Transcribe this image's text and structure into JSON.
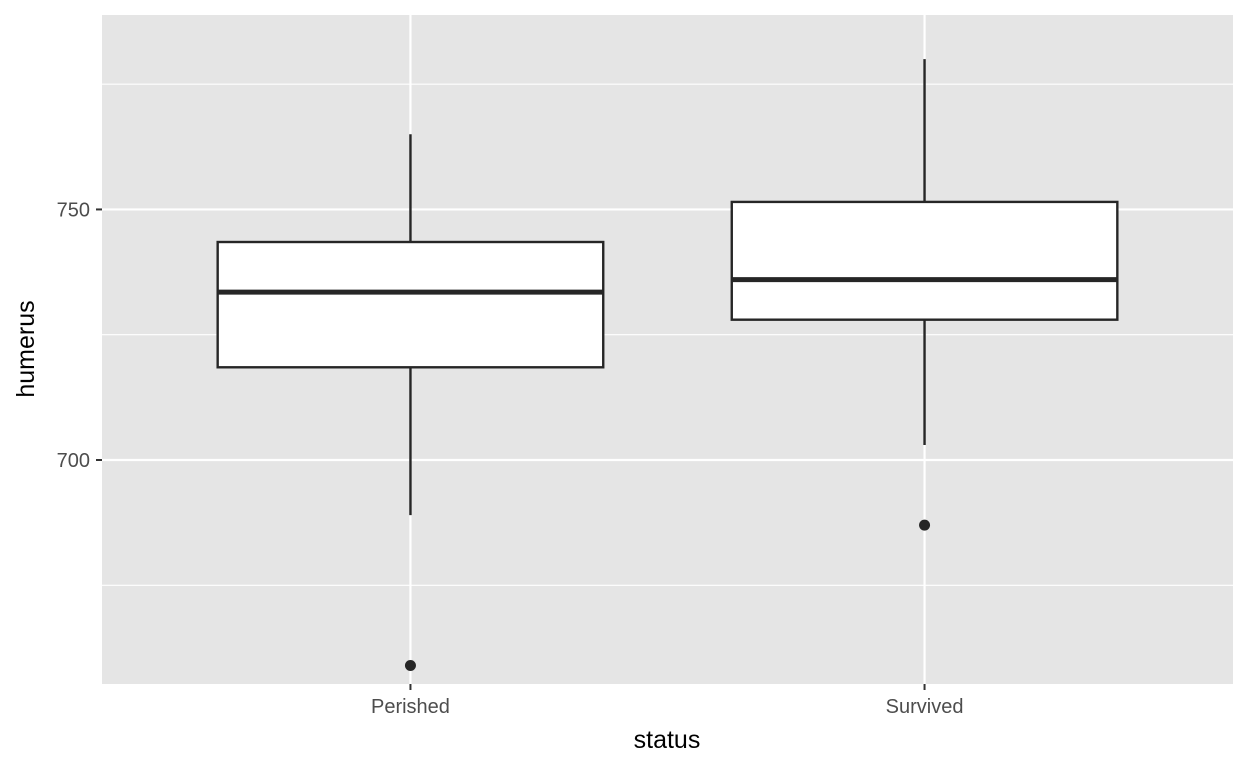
{
  "chart_data": {
    "type": "boxplot",
    "title": "",
    "xlabel": "status",
    "ylabel": "humerus",
    "categories": [
      "Perished",
      "Survived"
    ],
    "boxes": [
      {
        "category": "Perished",
        "whisker_low": 689,
        "q1": 718.5,
        "median": 733.5,
        "q3": 743.5,
        "whisker_high": 765,
        "outliers": [
          659
        ]
      },
      {
        "category": "Survived",
        "whisker_low": 703,
        "q1": 728,
        "median": 736,
        "q3": 751.5,
        "whisker_high": 780,
        "outliers": [
          687
        ]
      }
    ],
    "ylim": [
      655.3,
      788.8
    ],
    "y_ticks": [
      700,
      750
    ],
    "y_minor_ticks": [
      675,
      725,
      775
    ],
    "y_tick_labels": [
      "700",
      "750"
    ],
    "grid": true,
    "colors": {
      "panel": "#e5e5e5",
      "grid": "#ffffff",
      "box_fill": "#ffffff",
      "box_line": "#262626",
      "tick_text": "#4d4d4d",
      "title_text": "#000000"
    }
  }
}
